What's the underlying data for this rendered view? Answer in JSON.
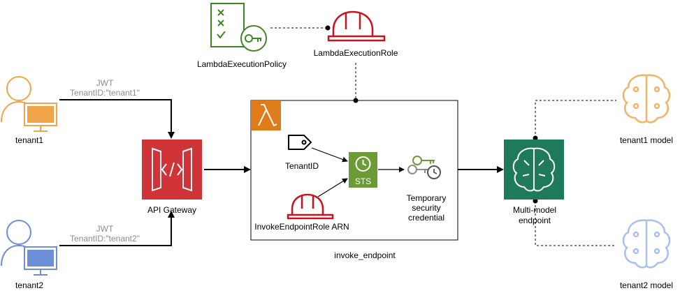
{
  "nodes": {
    "tenant1": "tenant1",
    "tenant2": "tenant2",
    "api_gateway": "API Gateway",
    "policy": "LambdaExecutionPolicy",
    "role": "LambdaExecutionRole",
    "tenant_id": "TenantID",
    "sts": "STS",
    "invoke_role": "InvokeEndpointRole ARN",
    "temp_cred_line1": "Temporary",
    "temp_cred_line2": "security",
    "temp_cred_line3": "credential",
    "lambda_box": "invoke_endpoint",
    "mme_line1": "Multi-model",
    "mme_line2": "endpoint",
    "tenant1_model": "tenant1 model",
    "tenant2_model": "tenant2 model"
  },
  "edges": {
    "tenant1_label_line1": "JWT",
    "tenant1_label_line2": "TenantID:\"tenant1\"",
    "tenant2_label_line1": "JWT",
    "tenant2_label_line2": "TenantID:\"tenant2\""
  },
  "colors": {
    "user_orange": "#f0a44a",
    "user_blue": "#6d8fd8",
    "api_gateway_red": "#d13438",
    "lambda_orange": "#e07b1a",
    "sts_green": "#6b9a36",
    "policy_green": "#3f8624",
    "role_red": "#c7131f",
    "sagemaker_green": "#1e7a5a",
    "model_orange": "#f3b366",
    "model_blue": "#a9c0ee"
  },
  "icons": [
    "user-icon",
    "api-gateway-icon",
    "lambda-icon",
    "tag-icon",
    "sts-icon",
    "hard-hat-icon",
    "policy-document-icon",
    "key-icon",
    "brain-icon"
  ]
}
